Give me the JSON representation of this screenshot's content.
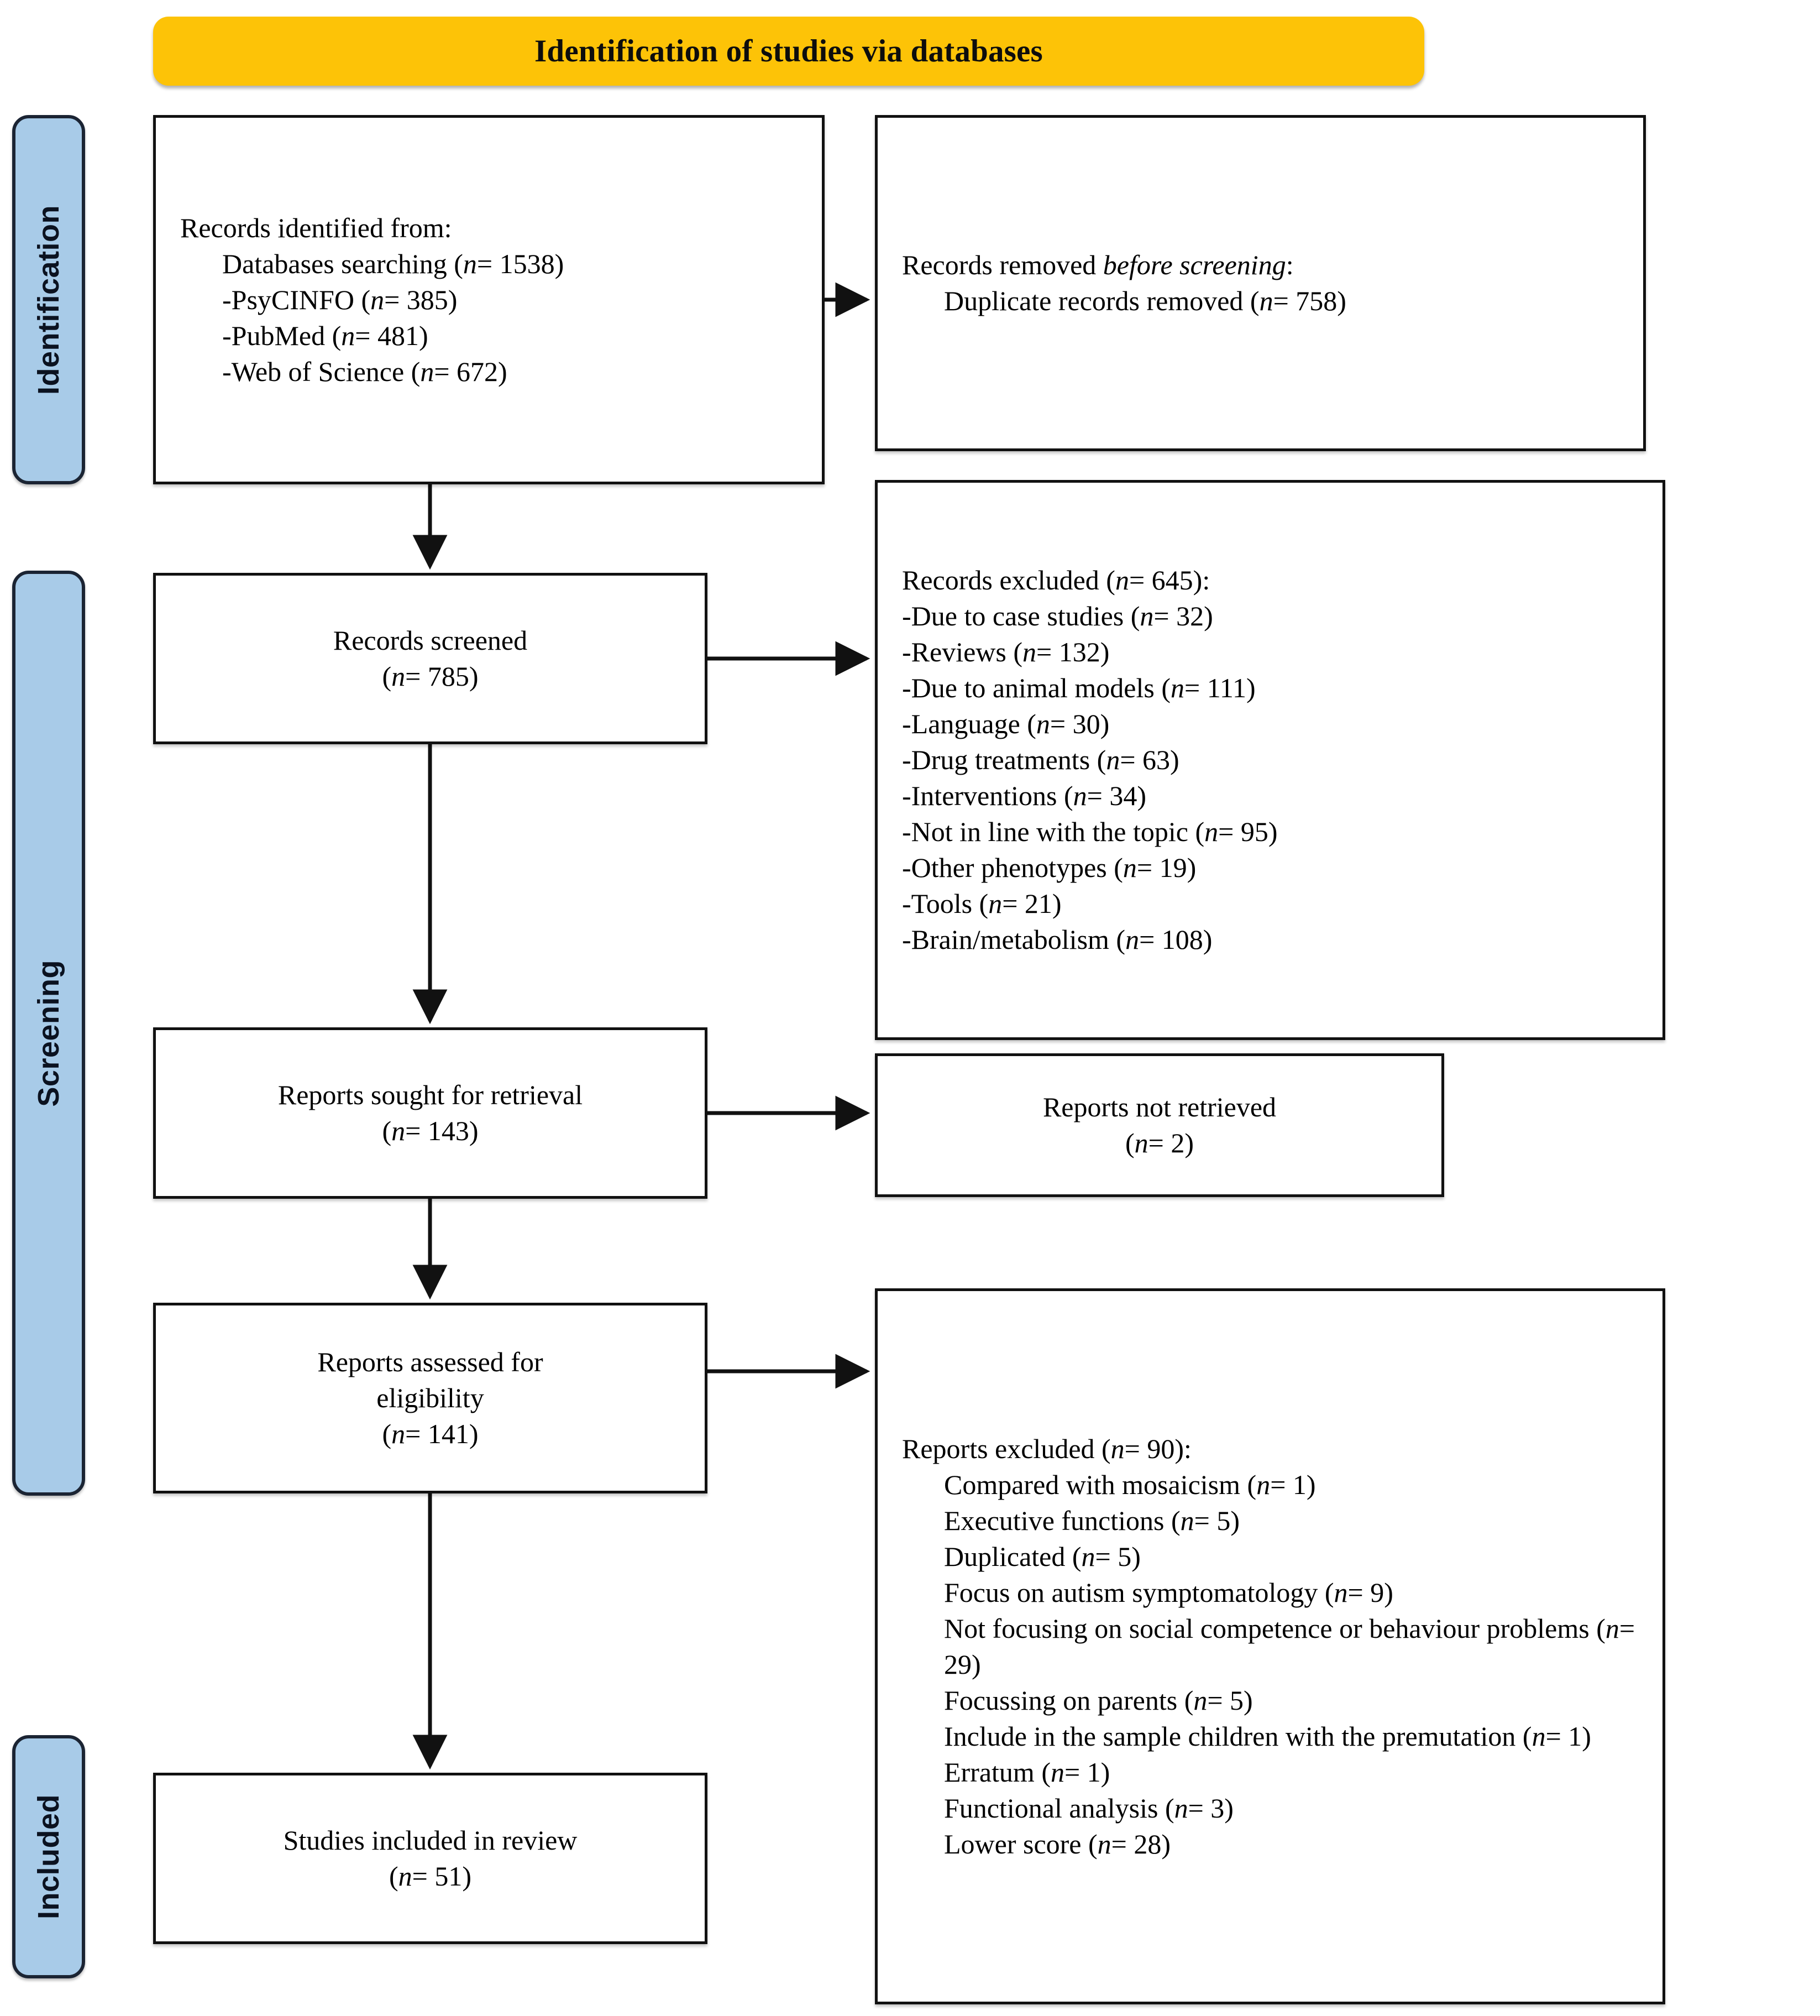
{
  "header": {
    "title": "Identification of studies via databases",
    "banner_color": "#fdc307"
  },
  "stages": {
    "accent_color": "#a8cbe8",
    "identification": "Identification",
    "screening": "Screening",
    "included": "Included"
  },
  "boxes": {
    "records_identified": {
      "name": "Records identified from:",
      "lines": [
        {
          "text": "Databases searching (",
          "n_label": "n",
          "eq": "= 1538)"
        },
        {
          "text": "-PsyCINFO (",
          "n_label": "n",
          "eq": "= 385)"
        },
        {
          "text": "-PubMed (",
          "n_label": "n",
          "eq": "= 481)"
        },
        {
          "text": "-Web of Science (",
          "n_label": "n",
          "eq": "= 672)"
        }
      ]
    },
    "records_removed": {
      "title_pre": "Records removed ",
      "title_italic": "before screening",
      "title_post": ":",
      "line": {
        "text": "Duplicate records removed (",
        "n_label": "n",
        "eq": "= 758)"
      }
    },
    "records_excluded": {
      "title": "Records excluded (",
      "title_n": "n",
      "title_count": "= 645):",
      "reasons": [
        {
          "text": "-Due to case studies (",
          "n_label": "n",
          "eq": "= 32)"
        },
        {
          "text": "-Reviews (",
          "n_label": "n",
          "eq": "= 132)"
        },
        {
          "text": "-Due to animal models (",
          "n_label": "n",
          "eq": "= 111)"
        },
        {
          "text": "-Language (",
          "n_label": "n",
          "eq": "= 30)"
        },
        {
          "text": "-Drug treatments (",
          "n_label": "n",
          "eq": "= 63)"
        },
        {
          "text": "-Interventions (",
          "n_label": "n",
          "eq": "= 34)"
        },
        {
          "text": "-Not in line with the topic (",
          "n_label": "n",
          "eq": "= 95)"
        },
        {
          "text": "-Other phenotypes (",
          "n_label": "n",
          "eq": "= 19)"
        },
        {
          "text": "-Tools (",
          "n_label": "n",
          "eq": "= 21)"
        },
        {
          "text": "-Brain/metabolism (",
          "n_label": "n",
          "eq": "= 108)"
        }
      ]
    },
    "records_screened": {
      "title": "Records screened",
      "count_pre": "(",
      "count_n": "n",
      "count_post": "= 785)"
    },
    "reports_sought": {
      "title": "Reports sought for retrieval",
      "count_pre": "(",
      "count_n": "n",
      "count_post": "= 143)"
    },
    "reports_not_retrieved": {
      "title": "Reports not retrieved",
      "count_pre": "(",
      "count_n": "n",
      "count_post": "= 2)"
    },
    "reports_assessed": {
      "title_line1": "Reports assessed for",
      "title_line2": "eligibility",
      "count_pre": "(",
      "count_n": "n",
      "count_post": "= 141)"
    },
    "reports_excluded": {
      "title": "Reports excluded (",
      "title_n": "n",
      "title_count": "= 90):",
      "reasons": [
        {
          "text": "Compared with mosaicism (",
          "n_label": "n",
          "eq": "= 1)"
        },
        {
          "text": "Executive functions (",
          "n_label": "n",
          "eq": "= 5)"
        },
        {
          "text": "Duplicated (",
          "n_label": "n",
          "eq": "= 5)"
        },
        {
          "text": "Focus on autism symptomatology (",
          "n_label": "n",
          "eq": "= 9)"
        },
        {
          "text": "Not focusing on social competence or behaviour problems (",
          "n_label": "n",
          "eq": "= 29)"
        },
        {
          "text": "Focussing on parents (",
          "n_label": "n",
          "eq": "= 5)"
        },
        {
          "text": "Include in the sample children with the premutation (",
          "n_label": "n",
          "eq": "= 1)"
        },
        {
          "text": "Erratum (",
          "n_label": "n",
          "eq": "= 1)"
        },
        {
          "text": "Functional analysis (",
          "n_label": "n",
          "eq": "= 3)"
        },
        {
          "text": "Lower score (",
          "n_label": "n",
          "eq": "= 28)"
        }
      ]
    },
    "studies_included": {
      "title": "Studies included in review",
      "count_pre": "(",
      "count_n": "n",
      "count_post": "= 51)"
    }
  }
}
